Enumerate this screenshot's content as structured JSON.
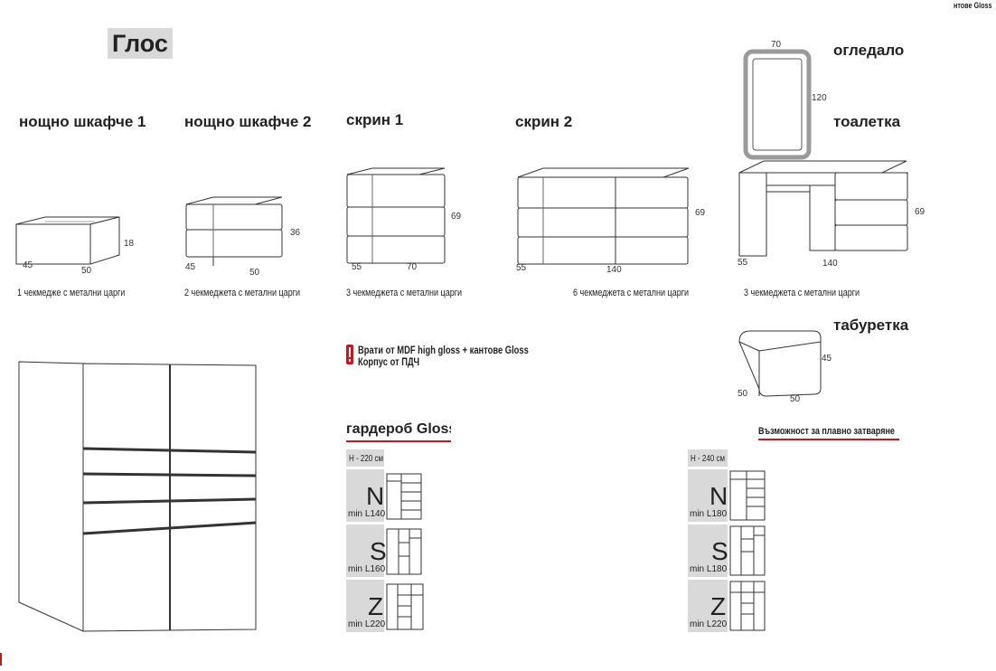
{
  "header_snippet": "нтове Gloss",
  "page_title": "Глос",
  "products": [
    {
      "title": "нощно шкафче 1",
      "dims": [
        "18",
        "45",
        "50"
      ],
      "caption": "1 чекмедже с метални царги"
    },
    {
      "title": "нощно шкафче 2",
      "dims": [
        "36",
        "45",
        "50"
      ],
      "caption": "2 чекмеджета с метални царги"
    },
    {
      "title": "скрин 1",
      "dims": [
        "69",
        "55",
        "70"
      ],
      "caption": "3 чекмеджета с метални царги"
    },
    {
      "title": "скрин 2",
      "dims": [
        "69",
        "55",
        "140"
      ],
      "caption": "6 чекмеджета с метални царги"
    },
    {
      "title": "тоалетка",
      "dims": [
        "69",
        "55",
        "140"
      ],
      "caption": "3 чекмеджета с метални царги"
    }
  ],
  "mirror": {
    "title": "огледало",
    "width": "70",
    "height": "120"
  },
  "stool": {
    "title": "табуретка",
    "dims": [
      "45",
      "50",
      "50"
    ]
  },
  "note": {
    "icon": "exclamation-icon",
    "line1": "Врати от MDF high gloss + кантове Gloss",
    "line2": "Корпус от ПДЧ"
  },
  "wardrobe": {
    "title": "гардероб Gloss",
    "soft_close": "Възможност за плавно затваряне",
    "configs": [
      {
        "height": "H - 220 см",
        "rows": [
          {
            "letter": "N",
            "min": "min L140"
          },
          {
            "letter": "S",
            "min": "min L160"
          },
          {
            "letter": "Z",
            "min": "min L220"
          }
        ]
      },
      {
        "height": "H - 240 см",
        "rows": [
          {
            "letter": "N",
            "min": "min L180"
          },
          {
            "letter": "S",
            "min": "min L180"
          },
          {
            "letter": "Z",
            "min": "min L220"
          }
        ]
      }
    ]
  },
  "colors": {
    "accent_red": "#d0121b",
    "gray_box": "#d9d9d9",
    "mirror_frame": "#9a9a9a"
  }
}
